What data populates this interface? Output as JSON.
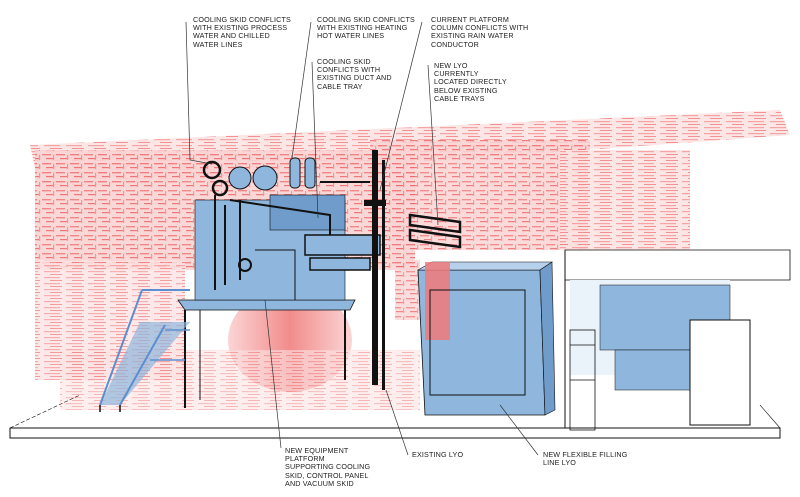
{
  "callouts": {
    "cooling_skid_process_water": [
      "COOLING SKID CONFLICTS",
      "WITH EXISTING PROCESS",
      "WATER AND CHILLED",
      "WATER LINES"
    ],
    "cooling_skid_heating": [
      "COOLING SKID CONFLICTS",
      "WITH EXISTING HEATING",
      "HOT WATER LINES"
    ],
    "current_platform_column": [
      "CURRENT PLATFORM",
      "COLUMN CONFLICTS WITH",
      "EXISTING RAIN WATER",
      "CONDUCTOR"
    ],
    "cooling_skid_duct": [
      "Cooling Skid",
      "CONFLICTS WITH",
      "EXISTING DUCT AND",
      "CABLE TRAY"
    ],
    "new_lyo_location": [
      "NEW LYO",
      "CURRENTLY",
      "LOCATED DIRECTLY",
      "BELOW EXISTING",
      "CABLE TRAYS"
    ],
    "new_equipment_platform": [
      "NEW EQUIPMENT",
      "PLATFORM",
      "SUPPORTING COOLING",
      "SKID, CONTROL PANEL",
      "AND VACUUM SKID"
    ],
    "existing_lyo": [
      "EXISTING LYO"
    ],
    "new_flexible_filling_line": [
      "NEW FLEXIBLE FILLING",
      "LINE LYO"
    ]
  },
  "colors": {
    "point_cloud": "#f07a7a",
    "point_cloud_light": "#f8b4b4",
    "equipment_blue": "#8fb6dd",
    "equipment_blue_dark": "#6f9ccb",
    "line": "#111111",
    "leader": "#333333"
  }
}
